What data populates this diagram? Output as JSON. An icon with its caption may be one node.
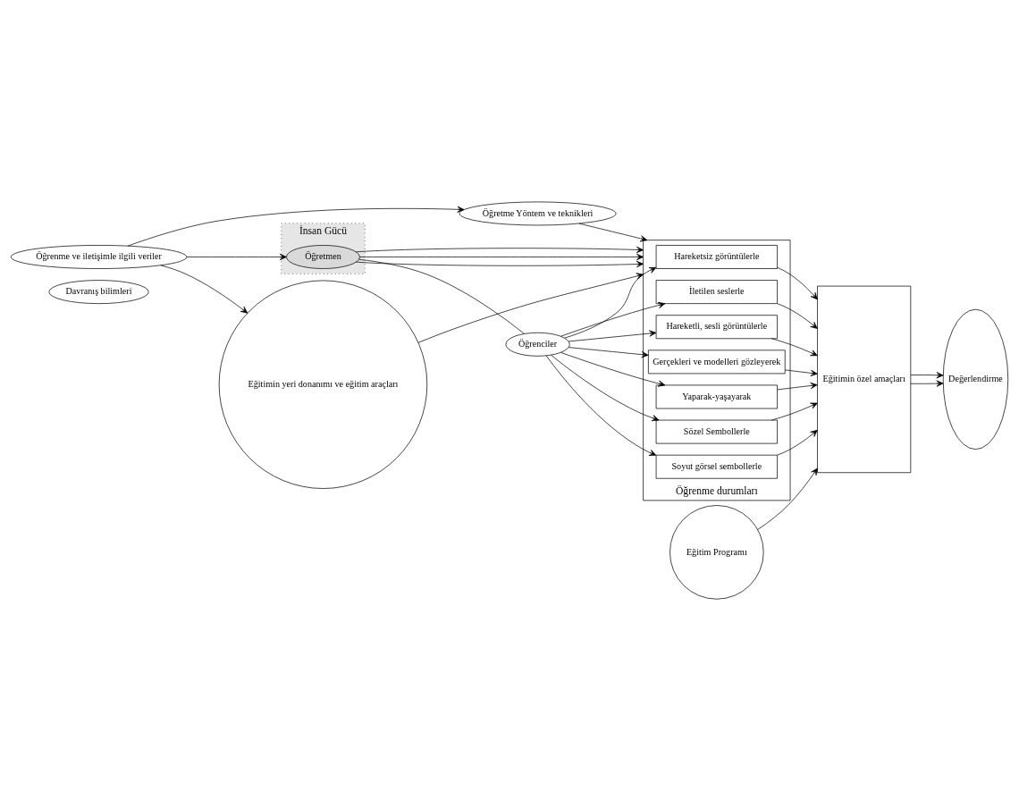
{
  "diagram": {
    "nodes": [
      {
        "text": [
          "Davranış bilimleri"
        ]
      },
      {
        "text": [
          "Öğrenme ve iletişimle ilgili veriler"
        ]
      },
      {
        "text": [
          "Öğretme Yöntem ve teknikleri"
        ]
      },
      {
        "text": [
          "İnsan Gücü"
        ]
      },
      {
        "text": [
          "Öğretmen"
        ],
        "in": 3
      },
      {
        "text": [
          "Öğrenciler"
        ]
      },
      {
        "text": [
          "Eğitimin yeri donanımı ve eğitim araçları"
        ]
      },
      {
        "text": [
          "Öğrenme durumları"
        ]
      },
      {
        "text": [
          "Sözel Sembollerle"
        ],
        "in": 7
      },
      {
        "text": [
          "Soyut görsel sembollerle"
        ],
        "in": 7
      },
      {
        "text": [
          "İletilen seslerle"
        ],
        "in": 7
      },
      {
        "text": [
          "Hareketsiz görüntülerle"
        ],
        "in": 7
      },
      {
        "text": [
          "Hareketli, sesli görüntülerle"
        ],
        "in": 7
      },
      {
        "text": [
          "Gerçekleri ve modelleri gözleyerek"
        ],
        "in": 7
      },
      {
        "text": [
          "Yaparak-yaşayarak"
        ],
        "in": 7
      },
      {
        "text": [
          "Eğitimin özel amaçları"
        ]
      },
      {
        "text": [
          "Değerlendirme"
        ]
      },
      {
        "text": [
          "Eğitim Programı"
        ]
      }
    ],
    "edges": [
      {
        "from": 1,
        "to": 2,
        "arrow": "to"
      },
      {
        "from": 1,
        "to": 4,
        "arrow": "to"
      },
      {
        "from": 1,
        "to": 6,
        "arrow": "to"
      },
      {
        "from": 2,
        "to": 7,
        "arrow": "to"
      },
      {
        "from": 4,
        "to": 7,
        "arrow": "to"
      },
      {
        "from": 4,
        "to": 7,
        "arrow": "to"
      },
      {
        "from": 4,
        "to": 5,
        "arrow": "none"
      },
      {
        "from": 4,
        "to": 7,
        "arrow": "to"
      },
      {
        "from": 6,
        "to": 7,
        "arrow": "to"
      },
      {
        "from": 5,
        "to": 8,
        "arrow": "to"
      },
      {
        "from": 5,
        "to": 9,
        "arrow": "to"
      },
      {
        "from": 5,
        "to": 10,
        "arrow": "to"
      },
      {
        "from": 5,
        "to": 11,
        "arrow": "to"
      },
      {
        "from": 5,
        "to": 12,
        "arrow": "to"
      },
      {
        "from": 5,
        "to": 13,
        "arrow": "to"
      },
      {
        "from": 5,
        "to": 14,
        "arrow": "to"
      },
      {
        "from": 8,
        "to": 15,
        "arrow": "to"
      },
      {
        "from": 9,
        "to": 15,
        "arrow": "to"
      },
      {
        "from": 10,
        "to": 15,
        "arrow": "to"
      },
      {
        "from": 11,
        "to": 15,
        "arrow": "to"
      },
      {
        "from": 12,
        "to": 15,
        "arrow": "to"
      },
      {
        "from": 13,
        "to": 15,
        "arrow": "to"
      },
      {
        "from": 14,
        "to": 15,
        "arrow": "to"
      },
      {
        "from": 15,
        "to": 16,
        "arrow": "to"
      },
      {
        "from": 15,
        "to": 16,
        "arrow": "to"
      },
      {
        "from": 17,
        "to": 15,
        "arrow": "to"
      }
    ]
  }
}
